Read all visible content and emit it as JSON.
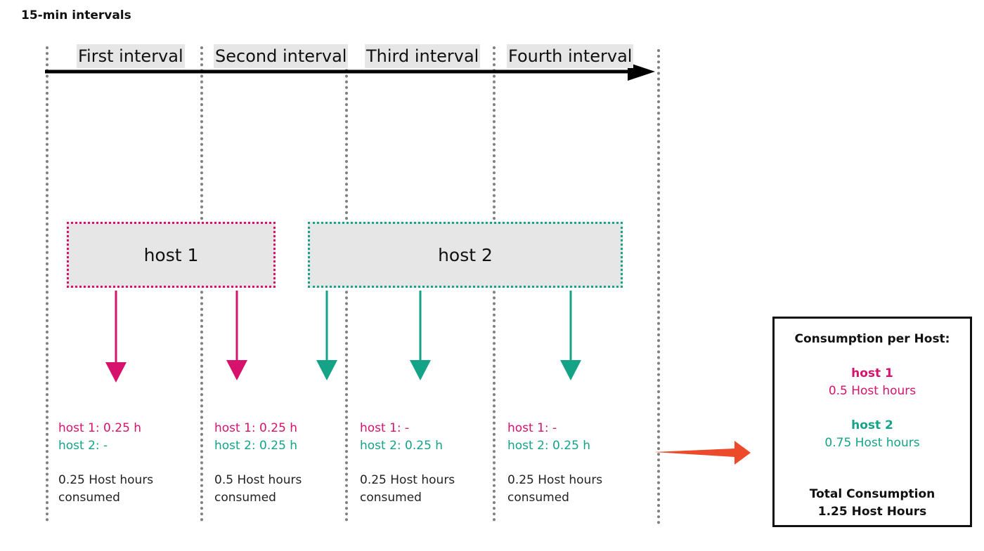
{
  "title": "15-min intervals",
  "intervals": [
    "First interval",
    "Second interval",
    "Third interval",
    "Fourth interval"
  ],
  "hosts": [
    {
      "label": "host 1",
      "color": "#d6126c"
    },
    {
      "label": "host 2",
      "color": "#15a388"
    }
  ],
  "columns": [
    {
      "host1": "host 1: 0.25 h",
      "host2": "host 2: -",
      "consumed_1": "0.25 Host hours",
      "consumed_2": "consumed"
    },
    {
      "host1": "host 1: 0.25 h",
      "host2": "host 2: 0.25 h",
      "consumed_1": "0.5 Host hours",
      "consumed_2": "consumed"
    },
    {
      "host1": "host 1: -",
      "host2": "host 2: 0.25 h",
      "consumed_1": "0.25 Host hours",
      "consumed_2": "consumed"
    },
    {
      "host1": "host 1: -",
      "host2": "host 2: 0.25 h",
      "consumed_1": "0.25 Host hours",
      "consumed_2": "consumed"
    }
  ],
  "summary": {
    "heading": "Consumption per Host:",
    "host1_name": "host 1",
    "host1_value": "0.5 Host hours",
    "host2_name": "host 2",
    "host2_value": "0.75 Host hours",
    "total_label": "Total Consumption",
    "total_value": "1.25 Host Hours"
  },
  "colors": {
    "host1": "#d6126c",
    "host2": "#15a388",
    "summary_arrow": "#ec4a2a",
    "timeline": "#000000",
    "divider": "#808080"
  }
}
